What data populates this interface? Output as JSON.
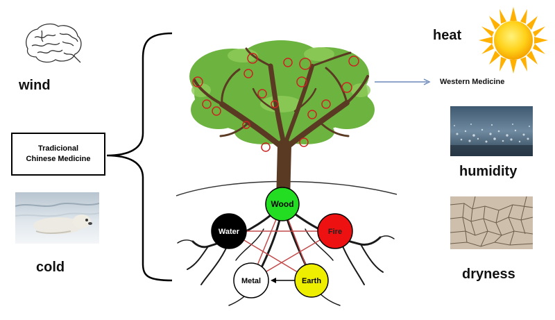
{
  "left": {
    "wind_label": "wind",
    "tcm_line1": "Tradicional",
    "tcm_line2": "Chinese Medicine",
    "cold_label": "cold"
  },
  "right": {
    "heat_label": "heat",
    "western_label": "Western Medicine",
    "humidity_label": "humidity",
    "dryness_label": "dryness"
  },
  "elements": {
    "wood": "Wood",
    "fire": "Fire",
    "earth": "Earth",
    "metal": "Metal",
    "water": "Water"
  },
  "colors": {
    "wood": "#22dd22",
    "fire": "#ee1111",
    "earth": "#eeee00",
    "metal": "#ffffff",
    "water": "#000000",
    "foliage": "#6db33f",
    "trunk": "#5a3a22",
    "sun": "#ffcc00"
  },
  "icons": [
    "brain-icon",
    "sun-icon",
    "polar-bear-photo",
    "rain-photo",
    "cracked-earth-photo"
  ]
}
